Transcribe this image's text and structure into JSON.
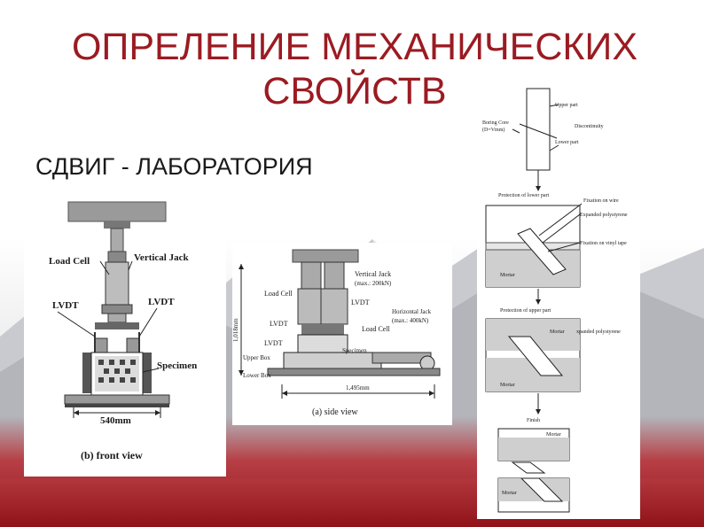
{
  "title_line1": "ОПРЕЛЕНИЕ МЕХАНИЧЕСКИХ",
  "title_line2": "СВОЙСТВ",
  "subtitle": "СДВИГ - ЛАБОРАТОРИЯ",
  "front_view": {
    "load_cell": "Load Cell",
    "vertical_jack": "Vertical Jack",
    "lvdt_left": "LVDT",
    "lvdt_right": "LVDT",
    "specimen": "Specimen",
    "width": "540mm",
    "caption": "(b)  front view"
  },
  "side_view": {
    "vertical_jack": "Vertical Jack",
    "vertical_jack_max": "(max.: 200kN)",
    "load_cell_top": "Load Cell",
    "lvdt_top": "LVDT",
    "lvdt_mid": "LVDT",
    "lvdt_low": "LVDT",
    "horizontal_jack": "Horizontal Jack",
    "horizontal_jack_max": "(max.: 400kN)",
    "load_cell_mid": "Load Cell",
    "specimen": "Specimen",
    "upper_box": "Upper Box",
    "lower_box": "Lower Box",
    "height": "1,018mm",
    "length": "1,495mm",
    "caption": "(a)  side view"
  },
  "process": {
    "upper_part": "Upper part",
    "boring_core": "Boring Core",
    "boring_core_d": "(D=Vmm)",
    "discontinuity": "Discontinuity",
    "lower_part": "Lower part",
    "protection_lower": "Protection of lower part",
    "fixation_wire": "Fixation on wire",
    "expanded_poly": "Expanded polystyrene",
    "fixation_tape": "Fixation on vinyl tape",
    "mortar1": "Mortar",
    "protection_upper": "Protection of upper part",
    "mortar2": "Mortar",
    "expanded_poly2": "xpanded polystyrene",
    "mortar3": "Mortar",
    "finish": "Finish",
    "mortar4": "Mortar",
    "mortar5": "Mortar"
  }
}
